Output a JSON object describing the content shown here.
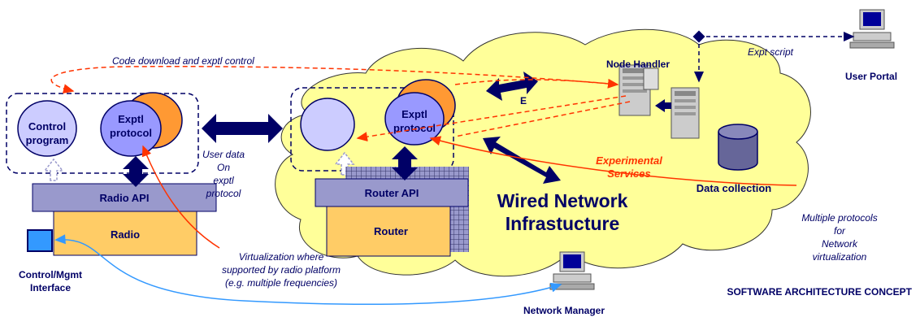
{
  "labels": {
    "code_download": "Code download and exptl control",
    "expt_script": "Expt script",
    "node_handler": "Node Handler",
    "user_portal": "User Portal",
    "control_program_1": "Control",
    "control_program_2": "program",
    "exptl_protocol_left_1": "Exptl",
    "exptl_protocol_left_2": "protocol",
    "exptl_protocol_right_1": "Exptl",
    "exptl_protocol_right_2": "protocol",
    "e_label": "E",
    "user_data_1": "User data",
    "user_data_2": "On",
    "user_data_3": "exptl",
    "user_data_4": "protocol",
    "radio_api": "Radio API",
    "radio": "Radio",
    "router_api": "Router API",
    "router": "Router",
    "wired_1": "Wired Network",
    "wired_2": "Infrastucture",
    "experimental_1": "Experimental",
    "experimental_2": "Services",
    "data_collection": "Data collection",
    "multi_1": "Multiple protocols",
    "multi_2": "for",
    "multi_3": "Network",
    "multi_4": "virtualization",
    "virt_1": "Virtualization where",
    "virt_2": "supported by radio platform",
    "virt_3": "(e.g. multiple frequencies)",
    "ctrl_mgmt_1": "Control/Mgmt",
    "ctrl_mgmt_2": "Interface",
    "sw_arch": "SOFTWARE ARCHITECTURE CONCEPT",
    "network_manager": "Network Manager"
  },
  "colors": {
    "cloud_fill": "#ffff99",
    "navy": "#000066",
    "orange": "#ff9933",
    "red_arrow": "#ff3300",
    "blue_arrow": "#3399ff",
    "lavender": "#ccccff",
    "periwinkle": "#9999ff",
    "api_fill": "#9999cc",
    "box_fill": "#ffcc66",
    "experimental_text": "#ff3300"
  },
  "icons": [
    "computer-icon",
    "server-icon",
    "database-icon",
    "interface-icon"
  ]
}
